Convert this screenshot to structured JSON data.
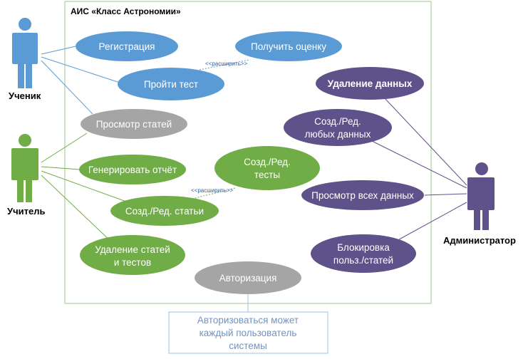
{
  "system": {
    "title": "АИС «Класс Астрономии»"
  },
  "colors": {
    "student": "#5b9bd5",
    "teacher": "#70ad47",
    "admin": "#5f5189",
    "neutral": "#a5a5a5",
    "boundary": "#9cc98a",
    "note_border": "#9dc3e6",
    "note_text": "#6f93c8"
  },
  "actors": {
    "student": {
      "label": "Ученик",
      "icon": "actor-stick-figure"
    },
    "teacher": {
      "label": "Учитель",
      "icon": "actor-stick-figure"
    },
    "admin": {
      "label": "Администратор",
      "icon": "actor-stick-figure"
    }
  },
  "use_cases": {
    "registration": {
      "lines": [
        "Регистрация"
      ]
    },
    "get_grade": {
      "lines": [
        "Получить оценку"
      ]
    },
    "take_test": {
      "lines": [
        "Пройти тест"
      ]
    },
    "view_articles": {
      "lines": [
        "Просмотр статей"
      ]
    },
    "generate_report": {
      "lines": [
        "Генерировать отчёт"
      ]
    },
    "create_tests": {
      "lines": [
        "Созд./Ред.",
        "тесты"
      ]
    },
    "create_articles": {
      "lines": [
        "Созд./Ред. статьи"
      ]
    },
    "delete_articles_tests": {
      "lines": [
        "Удаление статей",
        "и тестов"
      ]
    },
    "authorization": {
      "lines": [
        "Авторизация"
      ]
    },
    "delete_data": {
      "lines": [
        "Удаление данных"
      ]
    },
    "edit_any_data": {
      "lines": [
        "Созд./Ред.",
        "любых данных"
      ]
    },
    "view_all_data": {
      "lines": [
        "Просмотр всех данных"
      ]
    },
    "block": {
      "lines": [
        "Блокировка",
        "польз./статей"
      ]
    }
  },
  "relations": {
    "extend_label_top": "<<расширить>>",
    "extend_label_bottom": "<<расширить>>"
  },
  "note": {
    "lines": [
      "Авторизоваться может",
      "каждый пользователь",
      "системы"
    ]
  }
}
